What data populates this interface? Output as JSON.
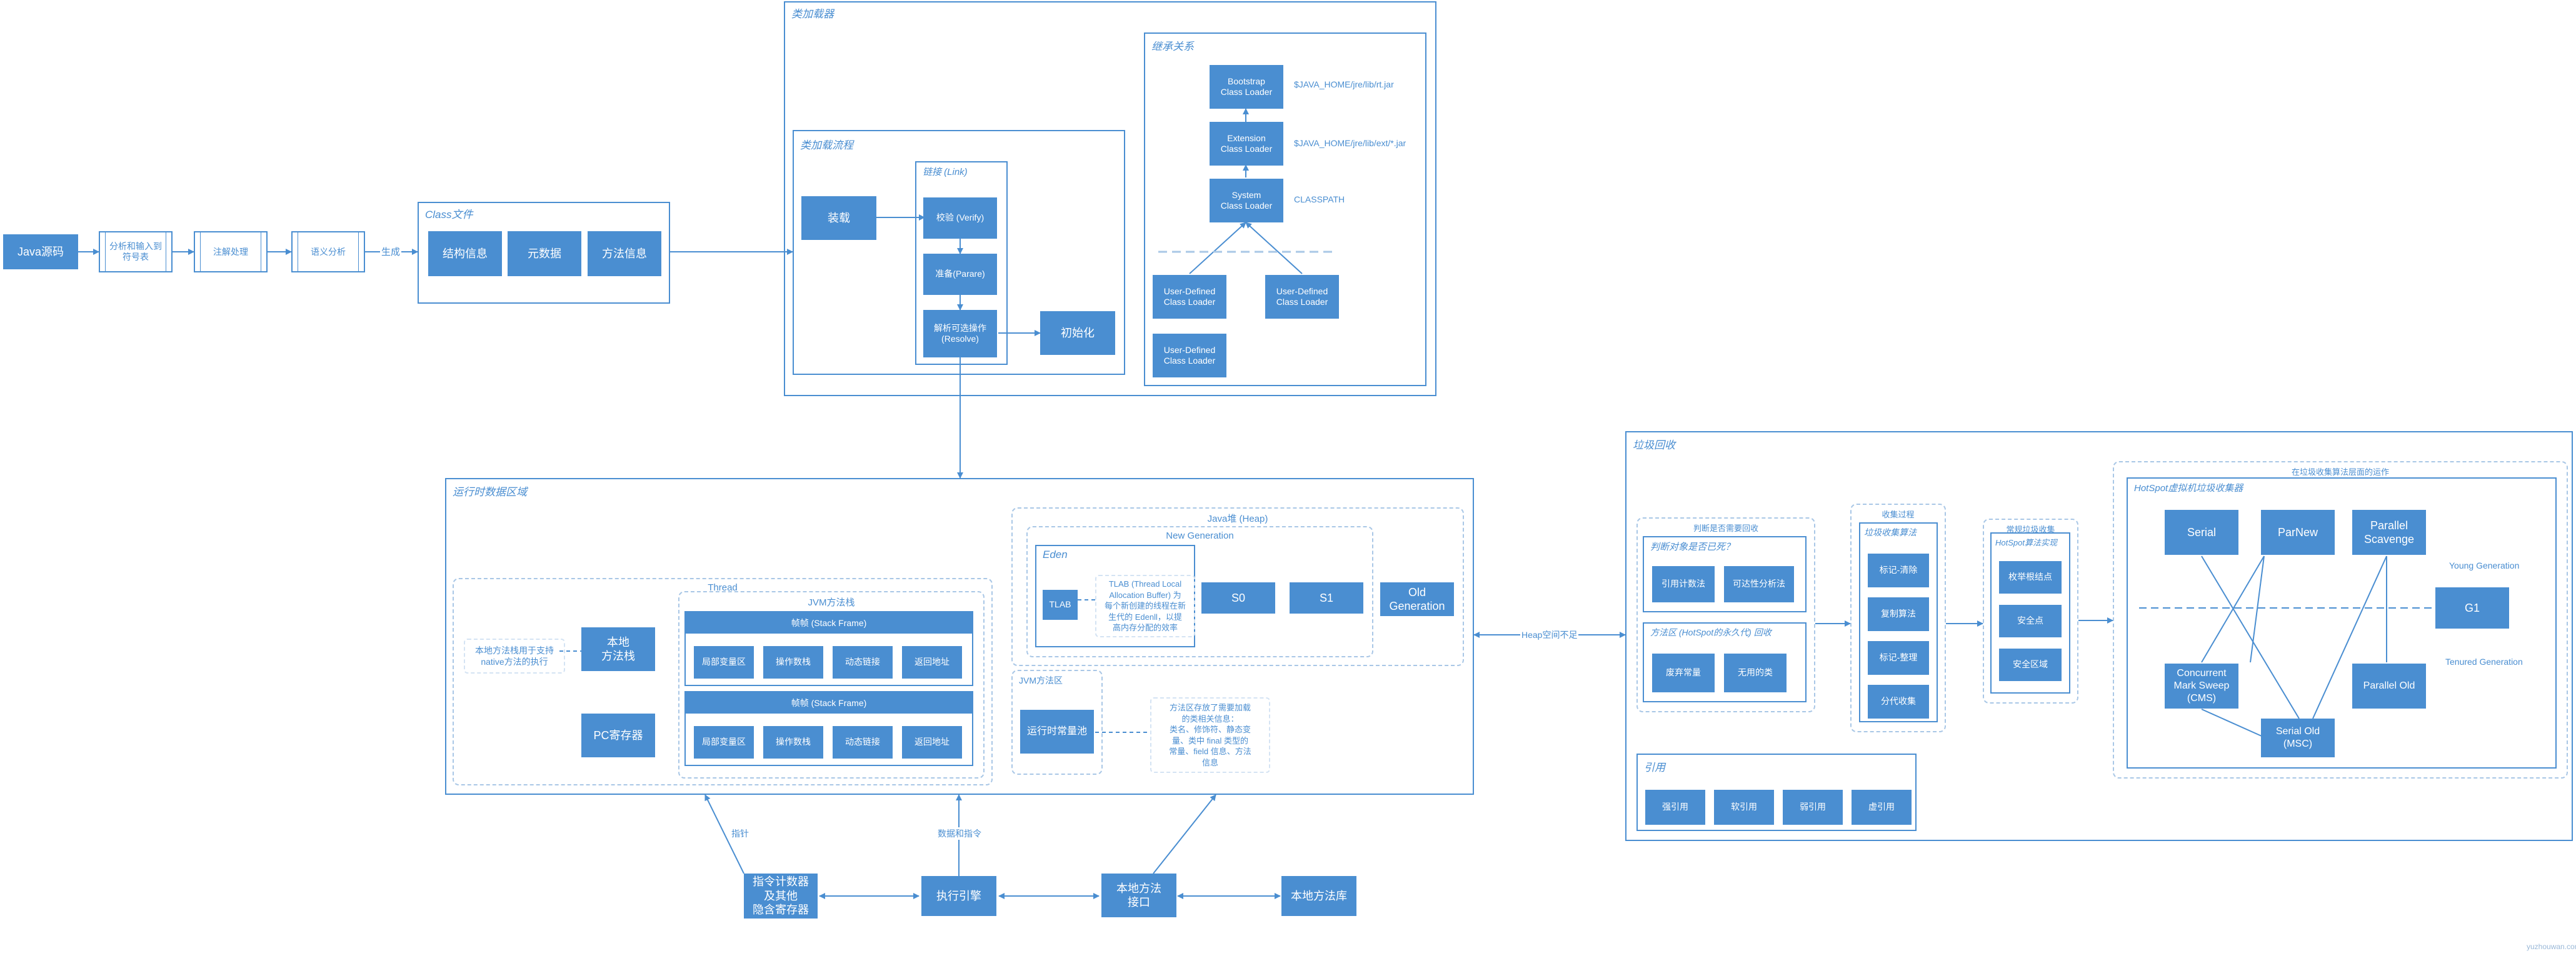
{
  "source": {
    "java_source": "Java源码",
    "lexical": "分析和输入到\n符号表",
    "annotation": "注解处理",
    "semantic": "语义分析",
    "generate": "生成"
  },
  "class_file": {
    "title": "Class文件",
    "items": [
      "结构信息",
      "元数据",
      "方法信息"
    ]
  },
  "class_loader": {
    "title": "类加载器",
    "flow": {
      "title": "类加载流程",
      "load": "装载",
      "link_title": "链接 (Link)",
      "verify": "校验 (Verify)",
      "prepare": "准备(Parare)",
      "resolve": "解析可选操作\n(Resolve)",
      "init": "初始化"
    },
    "hierarchy": {
      "title": "继承关系",
      "bootstrap": "Bootstrap\nClass Loader",
      "extension": "Extension\nClass Loader",
      "system": "System\nClass Loader",
      "user1": "User-Defined\nClass Loader",
      "user2": "User-Defined\nClass Loader",
      "user3": "User-Defined\nClass Loader",
      "bootstrap_path": "$JAVA_HOME/jre/lib/rt.jar",
      "extension_path": "$JAVA_HOME/jre/lib/ext/*.jar",
      "system_path": "CLASSPATH"
    }
  },
  "runtime": {
    "title": "运行时数据区域",
    "thread_title": "Thread",
    "jvm_stack_title": "JVM方法栈",
    "native_note": "本地方法栈用于支持\nnative方法的执行",
    "native_stack": "本地\n方法栈",
    "pc_register": "PC寄存器",
    "frame_title": "帧帧 (Stack Frame)",
    "frame_items": [
      "局部变量区",
      "操作数栈",
      "动态链接",
      "返回地址"
    ],
    "heap_title": "Java堆 (Heap)",
    "new_gen_title": "New Generation",
    "eden_title": "Eden",
    "tlab": "TLAB",
    "tlab_note": "TLAB (Thread Local\nAllocation Buffer) 为\n每个新创建的线程在新\n生代的 Edenll，以提\n高内存分配的效率",
    "s0": "S0",
    "s1": "S1",
    "old_gen": "Old\nGeneration",
    "method_area_title": "JVM方法区",
    "const_pool": "运行时常量池",
    "method_note": "方法区存放了需要加载\n的类相关信息：\n类名、修饰符、静态变\n量、类中 final 类型的\n常量、field 信息、方法\n信息"
  },
  "bottom": {
    "pc": "指令计数器\n及其他\n隐含寄存器",
    "engine": "执行引擎",
    "native_interface": "本地方法\n接口",
    "native_lib": "本地方法库",
    "label_pc": "指针",
    "label_engine": "数据和指令"
  },
  "gc": {
    "title": "垃圾回收",
    "heap_label": "Heap空间不足",
    "judge_title": "判断是否需要回收",
    "judge_q": "判断对象是否已死？",
    "ref_count": "引用计数法",
    "reachability": "可达性分析法",
    "method_area_q": "方法区 (HotSpot的永久代) 回收",
    "discard_const": "废弃常量",
    "useless_class": "无用的类",
    "collect_title": "收集过程",
    "algo_title": "垃圾收集算法",
    "algos": [
      "标记-清除",
      "复制算法",
      "标记-整理",
      "分代收集"
    ],
    "hotspot_title": "常规垃圾收集",
    "hotspot_algo_title": "HotSpot算法实现",
    "hotspot_items": [
      "枚举根结点",
      "安全点",
      "安全区域"
    ],
    "collector_outer_title": "在垃圾收集算法层面的运作",
    "collector_title": "HotSpot虚拟机垃圾收集器",
    "serial": "Serial",
    "parnew": "ParNew",
    "parallel_scavenge": "Parallel\nScavenge",
    "g1": "G1",
    "cms": "Concurrent\nMark Sweep\n(CMS)",
    "serial_old": "Serial Old\n(MSC)",
    "parallel_old": "Parallel Old",
    "young_gen": "Young Generation",
    "tenured_gen": "Tenured Generation",
    "ref_title": "引用",
    "refs": [
      "强引用",
      "软引用",
      "弱引用",
      "虚引用"
    ]
  },
  "footer": "yuzhouwan.com"
}
